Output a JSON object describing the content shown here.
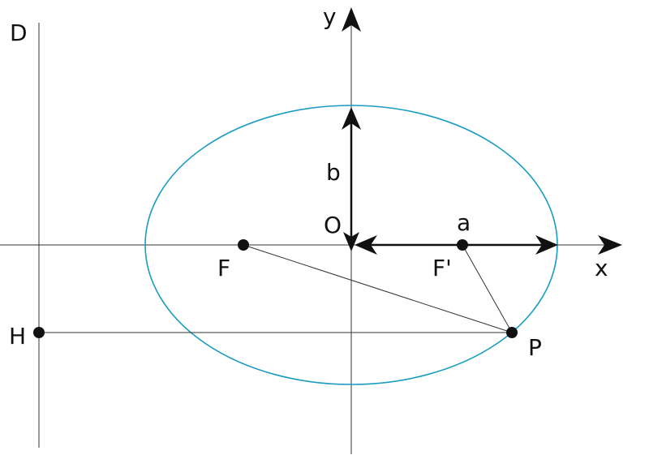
{
  "colors": {
    "ellipse": "#1a9bc1",
    "lines": "#333333",
    "ink": "#111111"
  },
  "labels": {
    "directrix": "D",
    "y_axis": "y",
    "x_axis": "x",
    "origin": "O",
    "semi_major": "a",
    "semi_minor": "b",
    "focus_left": "F",
    "focus_right": "F'",
    "point_p": "P",
    "point_h": "H"
  }
}
